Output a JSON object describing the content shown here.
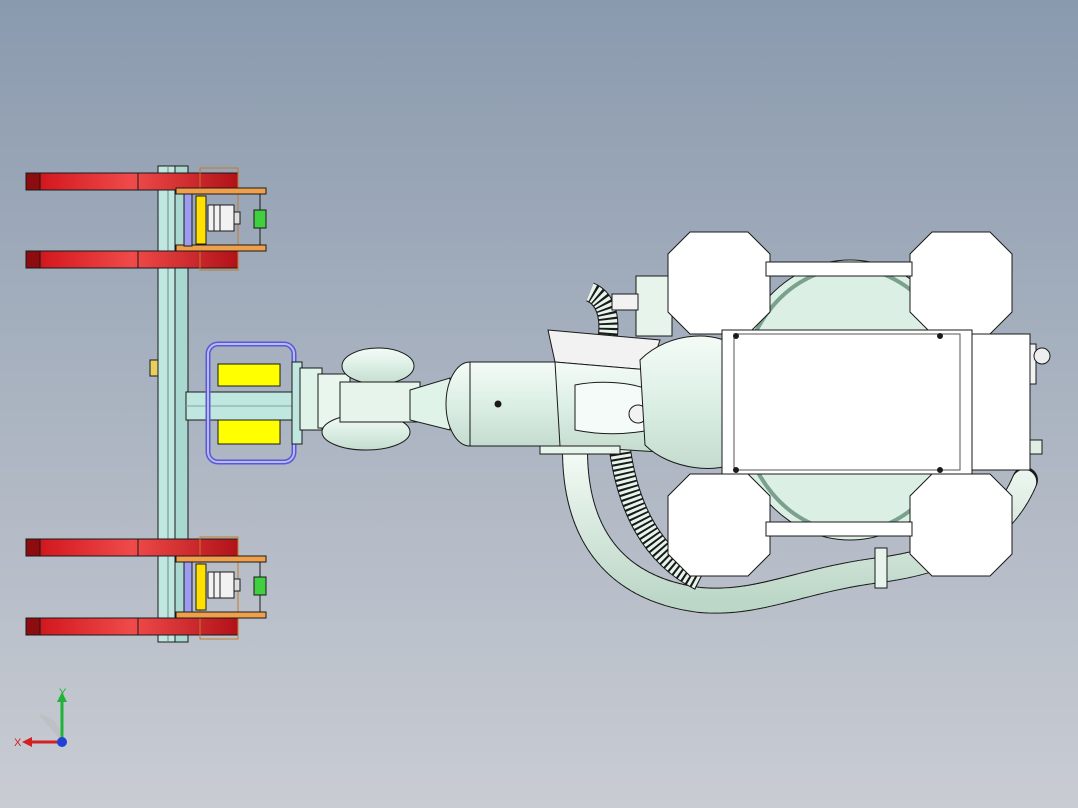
{
  "viewport": {
    "background_top": "#8a9aae",
    "background_bottom": "#c9ccd3"
  },
  "model": {
    "parts": [
      "gripper-fork-arm",
      "gripper-frame",
      "gripper-clamp",
      "gripper-pad",
      "robot-wrist",
      "robot-forearm",
      "robot-upper-arm",
      "robot-base",
      "counterweight-plate",
      "cable-hose"
    ],
    "colors": {
      "fork": "#c8141a",
      "frame": "#bfe7e0",
      "clamp": "#f2c84a",
      "pad_yellow": "#ffff00",
      "pad_frame_blue": "#6b6bd6",
      "green_block": "#3fcf3f",
      "robot_body": "#dff3e8",
      "robot_white": "#ffffff",
      "outline": "#1a1a1a"
    }
  },
  "triad": {
    "x_label": "X",
    "y_label": "Y",
    "x_color": "#d42020",
    "y_color": "#1fb33a",
    "z_color": "#2040d8"
  }
}
